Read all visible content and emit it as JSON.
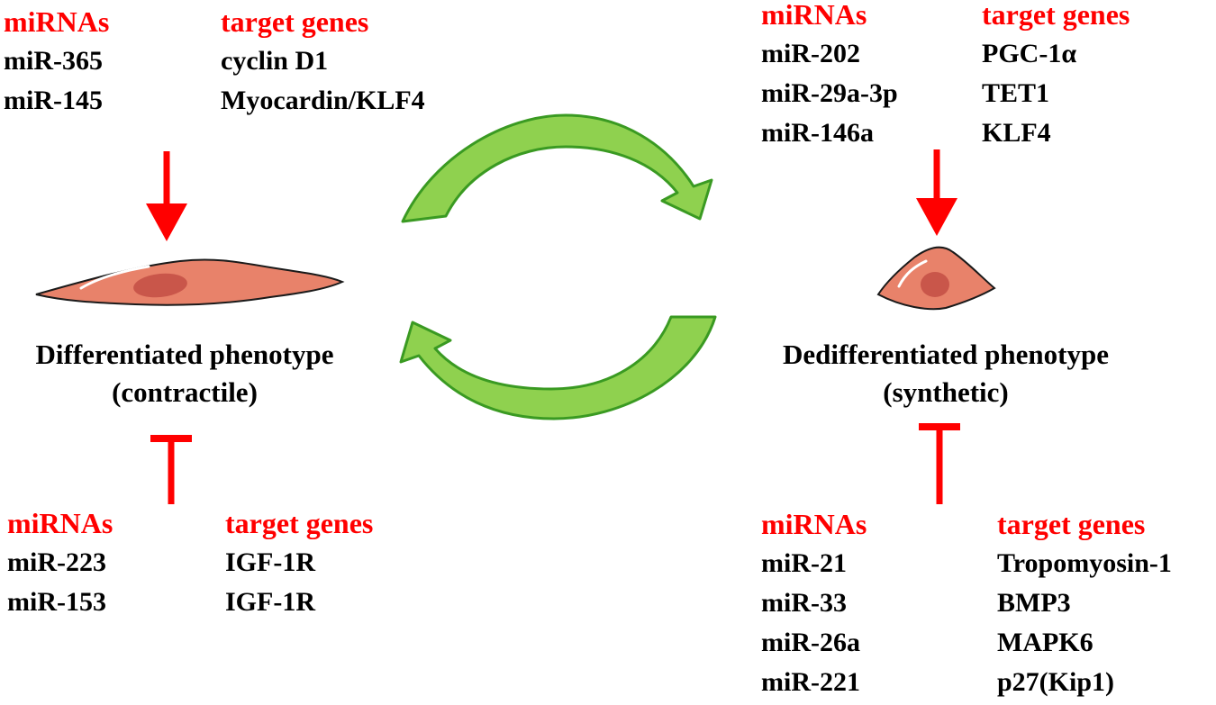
{
  "top_left": {
    "col1_header": "miRNAs",
    "col2_header": "target genes",
    "rows": [
      {
        "mirna": "miR-365",
        "target": "cyclin D1"
      },
      {
        "mirna": "miR-145",
        "target": "Myocardin/KLF4"
      }
    ]
  },
  "top_right": {
    "col1_header": "miRNAs",
    "col2_header": "target genes",
    "rows": [
      {
        "mirna": "miR-202",
        "target": "PGC-1α"
      },
      {
        "mirna": "miR-29a-3p",
        "target": "TET1"
      },
      {
        "mirna": "miR-146a",
        "target": "KLF4"
      }
    ]
  },
  "bottom_left": {
    "col1_header": "miRNAs",
    "col2_header": "target genes",
    "rows": [
      {
        "mirna": "miR-223",
        "target": "IGF-1R"
      },
      {
        "mirna": "miR-153",
        "target": "IGF-1R"
      }
    ]
  },
  "bottom_right": {
    "col1_header": "miRNAs",
    "col2_header": "target genes",
    "rows": [
      {
        "mirna": "miR-21",
        "target": "Tropomyosin-1"
      },
      {
        "mirna": "miR-33",
        "target": "BMP3"
      },
      {
        "mirna": "miR-26a",
        "target": "MAPK6"
      },
      {
        "mirna": "miR-221",
        "target": "p27(Kip1)"
      }
    ]
  },
  "left_phenotype": {
    "line1": "Differentiated phenotype",
    "line2": "(contractile)"
  },
  "right_phenotype": {
    "line1": "Dedifferentiated phenotype",
    "line2": "(synthetic)"
  },
  "colors": {
    "header_red": "#ff0000",
    "arrow_green": "#8fd14f",
    "arrow_green_stroke": "#3a9a22",
    "cell_body": "#e8826a",
    "cell_nucleus": "#c9564a"
  }
}
